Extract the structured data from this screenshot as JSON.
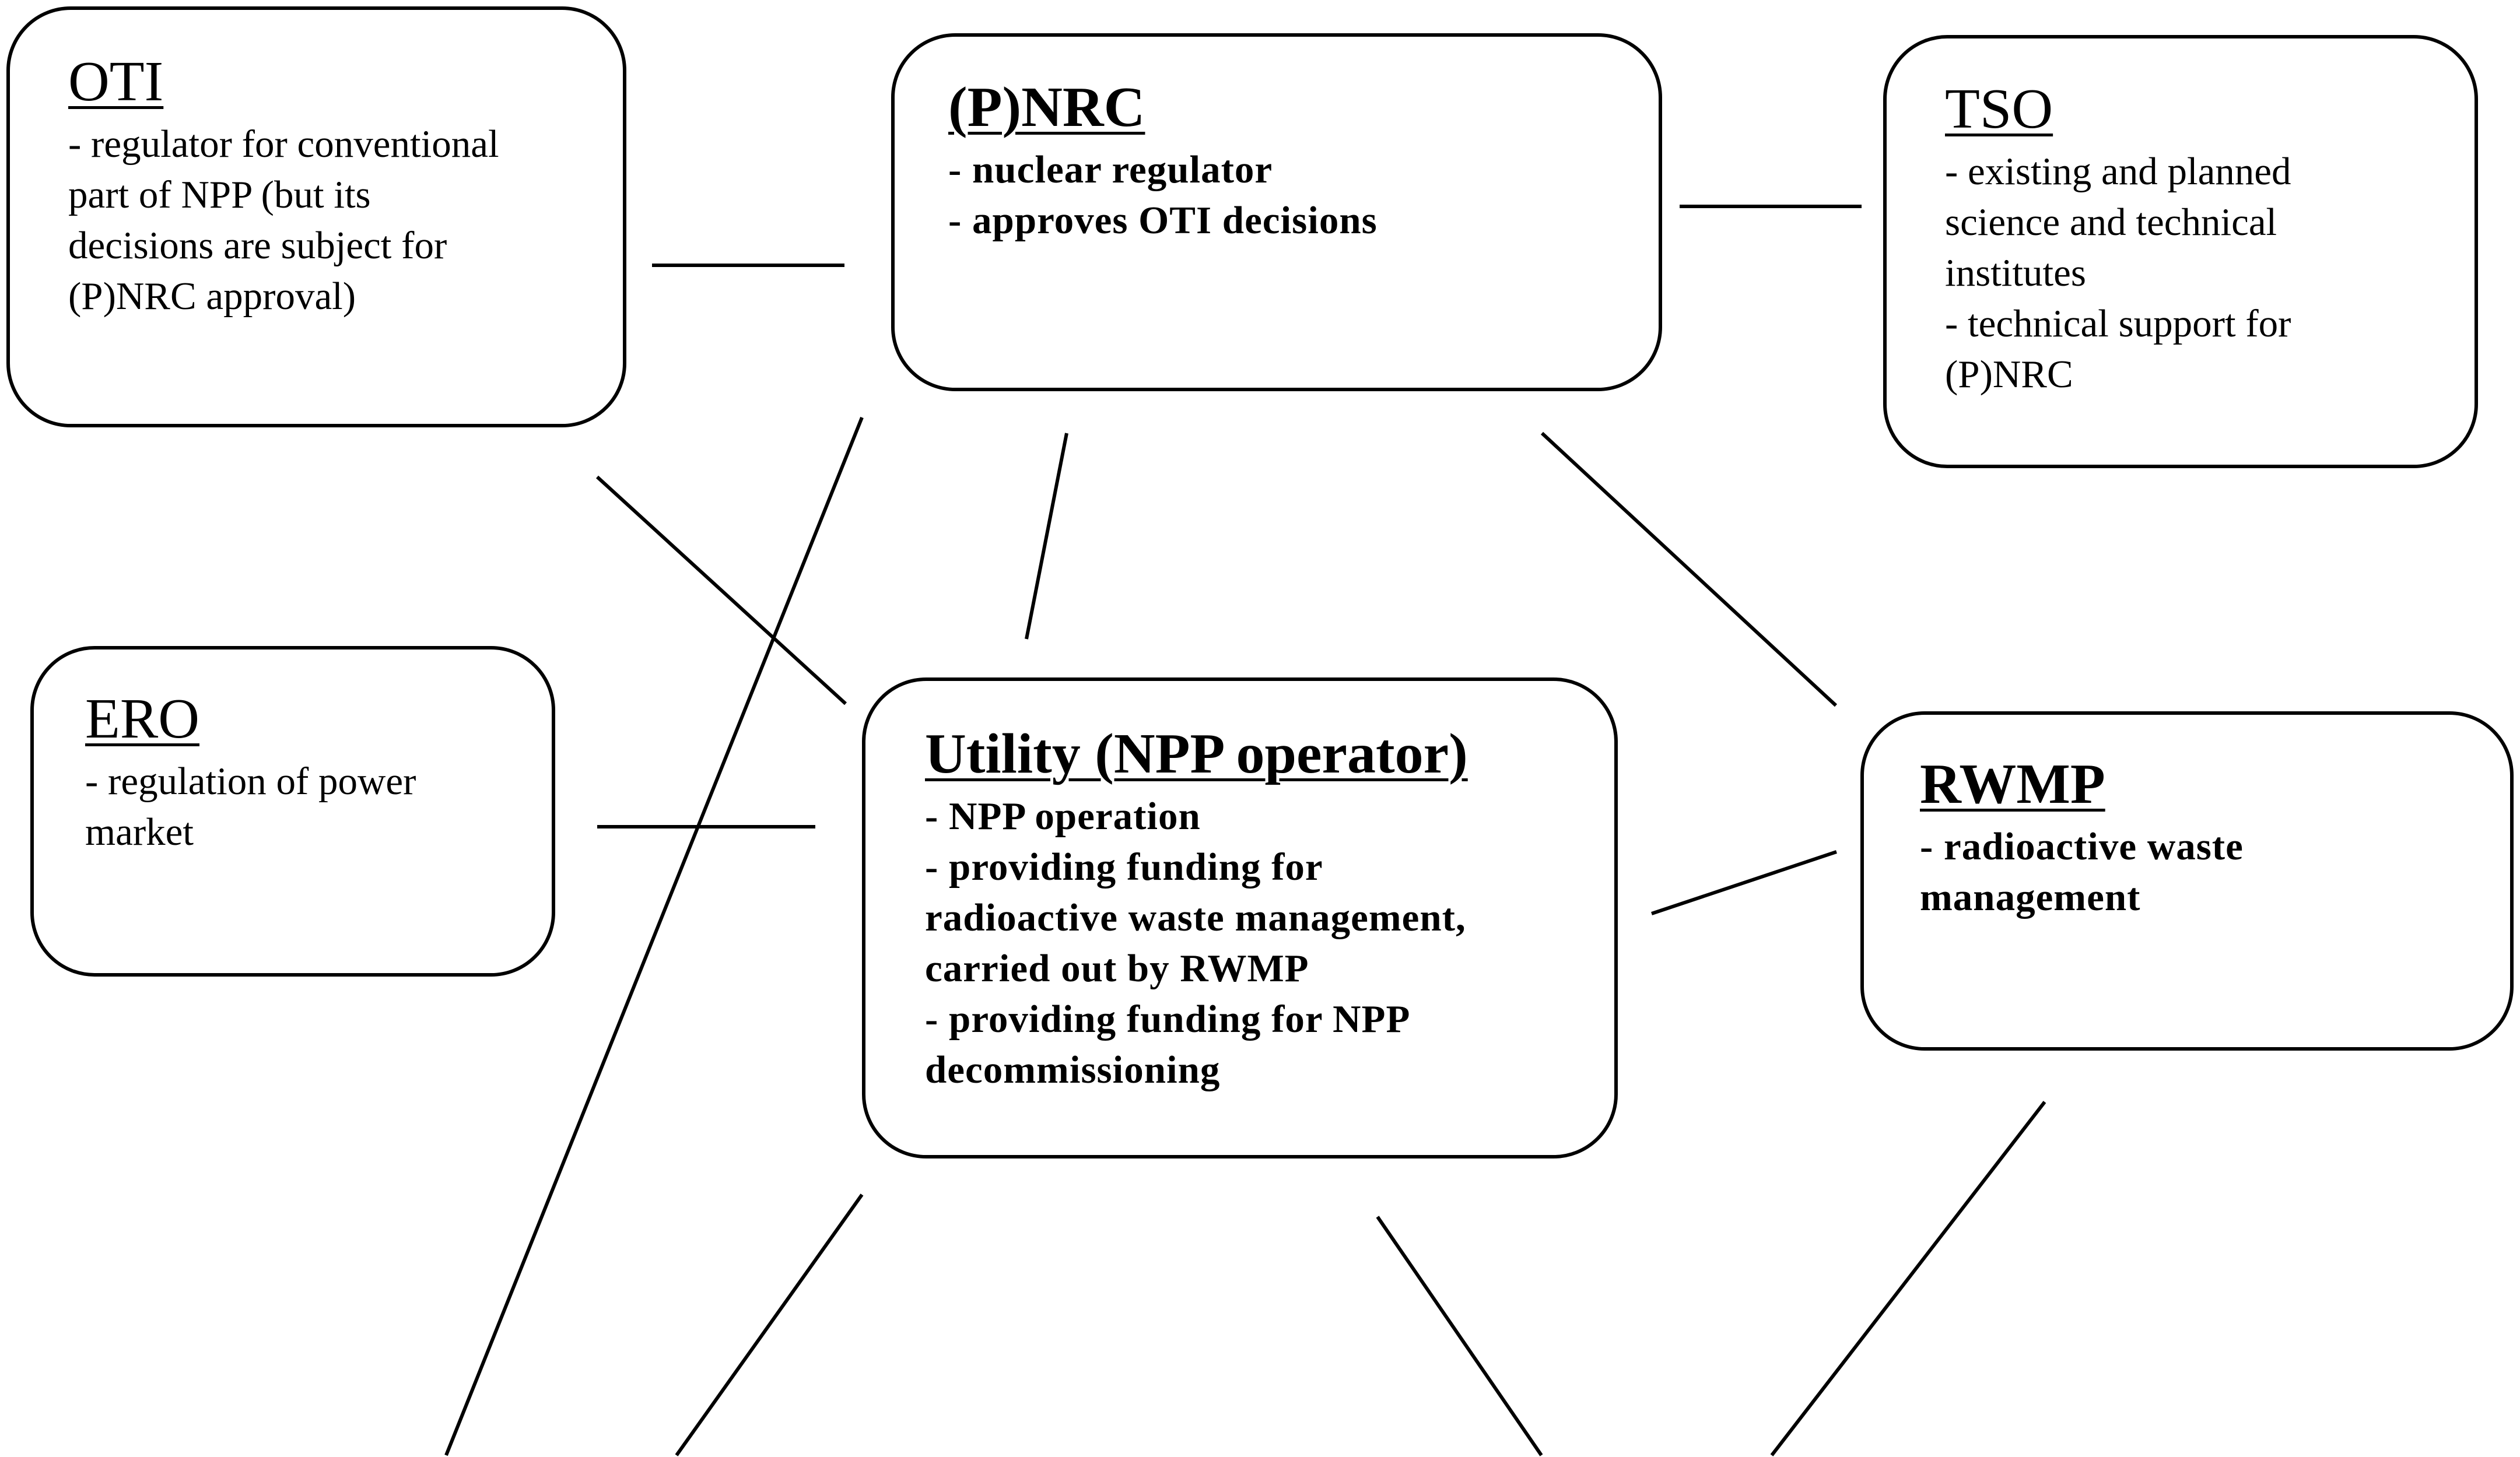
{
  "diagram": {
    "nodes": {
      "oti": {
        "title": "OTI",
        "description": "- regulator for conventional\npart of NPP (but its\ndecisions are subject for\n(P)NRC approval)"
      },
      "nrc": {
        "title": "(P)NRC",
        "description": "- nuclear regulator\n- approves OTI decisions"
      },
      "tso": {
        "title": "TSO",
        "description": "- existing and planned\nscience and technical\ninstitutes\n- technical support for\n(P)NRC"
      },
      "ero": {
        "title": "ERO",
        "description": "- regulation of power\nmarket"
      },
      "utility": {
        "title": "Utility (NPP operator)",
        "description": "- NPP operation\n- providing funding for\nradioactive waste management,\ncarried out by RWMP\n- providing funding for NPP\ndecommissioning"
      },
      "rwmp": {
        "title": "RWMP",
        "description": "- radioactive waste\nmanagement"
      }
    },
    "edges": [
      {
        "from": "oti",
        "to": "nrc"
      },
      {
        "from": "nrc",
        "to": "tso"
      },
      {
        "from": "oti",
        "to": "utility"
      },
      {
        "from": "ero",
        "to": "utility"
      },
      {
        "from": "nrc",
        "to": "utility"
      },
      {
        "from": "nrc",
        "to": "rwmp"
      },
      {
        "from": "utility",
        "to": "rwmp"
      },
      {
        "from": "nrc",
        "to": "bottom-edge"
      },
      {
        "from": "utility",
        "to": "bottom-edge"
      },
      {
        "from": "utility",
        "to": "bottom-edge"
      },
      {
        "from": "rwmp",
        "to": "bottom-edge"
      }
    ],
    "colors": {
      "stroke": "#000000",
      "background": "#ffffff"
    }
  }
}
